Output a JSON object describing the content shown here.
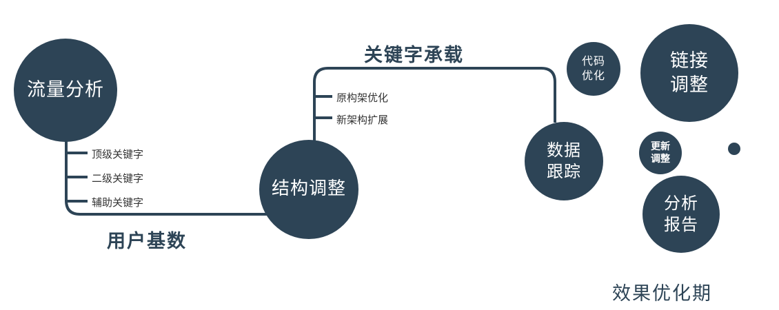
{
  "colors": {
    "accent": "#2d4456",
    "branch_text": "#333333"
  },
  "nodes": {
    "traffic": {
      "label": "流量分析"
    },
    "structure": {
      "label": "结构调整"
    },
    "data_tracking": {
      "line1": "数据",
      "line2": "跟踪"
    },
    "code_opt": {
      "line1": "代码",
      "line2": "优化"
    },
    "link_adjust": {
      "line1": "链接",
      "line2": "调整"
    },
    "update_adjust": {
      "line1": "更新",
      "line2": "调整"
    },
    "report": {
      "line1": "分析",
      "line2": "报告"
    }
  },
  "edges": {
    "user_base": "用户基数",
    "keyword_bearing": "关键字承载"
  },
  "branches": {
    "traffic": [
      "顶级关键字",
      "二级关键字",
      "辅助关键字"
    ],
    "structure": [
      "原构架优化",
      "新架构扩展"
    ]
  },
  "footer": "效果优化期"
}
